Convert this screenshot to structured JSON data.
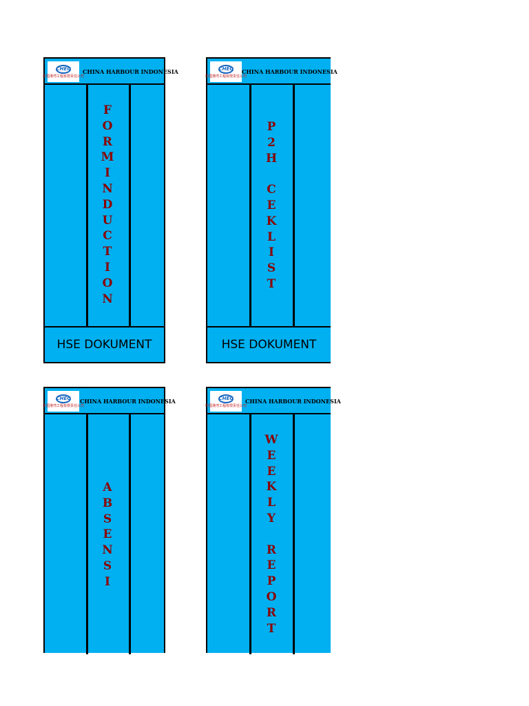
{
  "company": "CHINA HARBOUR INDONESIA",
  "logo_text": "CHEC",
  "logo_chinese": "中国港湾工程有限责任公司",
  "footer": "HSE DOKUMENT",
  "labels": [
    {
      "title": "FORMINDUCTION"
    },
    {
      "title": "P2H CEKLIST"
    },
    {
      "title": "ABSENSI"
    },
    {
      "title": "WEEKLY REPORT"
    }
  ]
}
